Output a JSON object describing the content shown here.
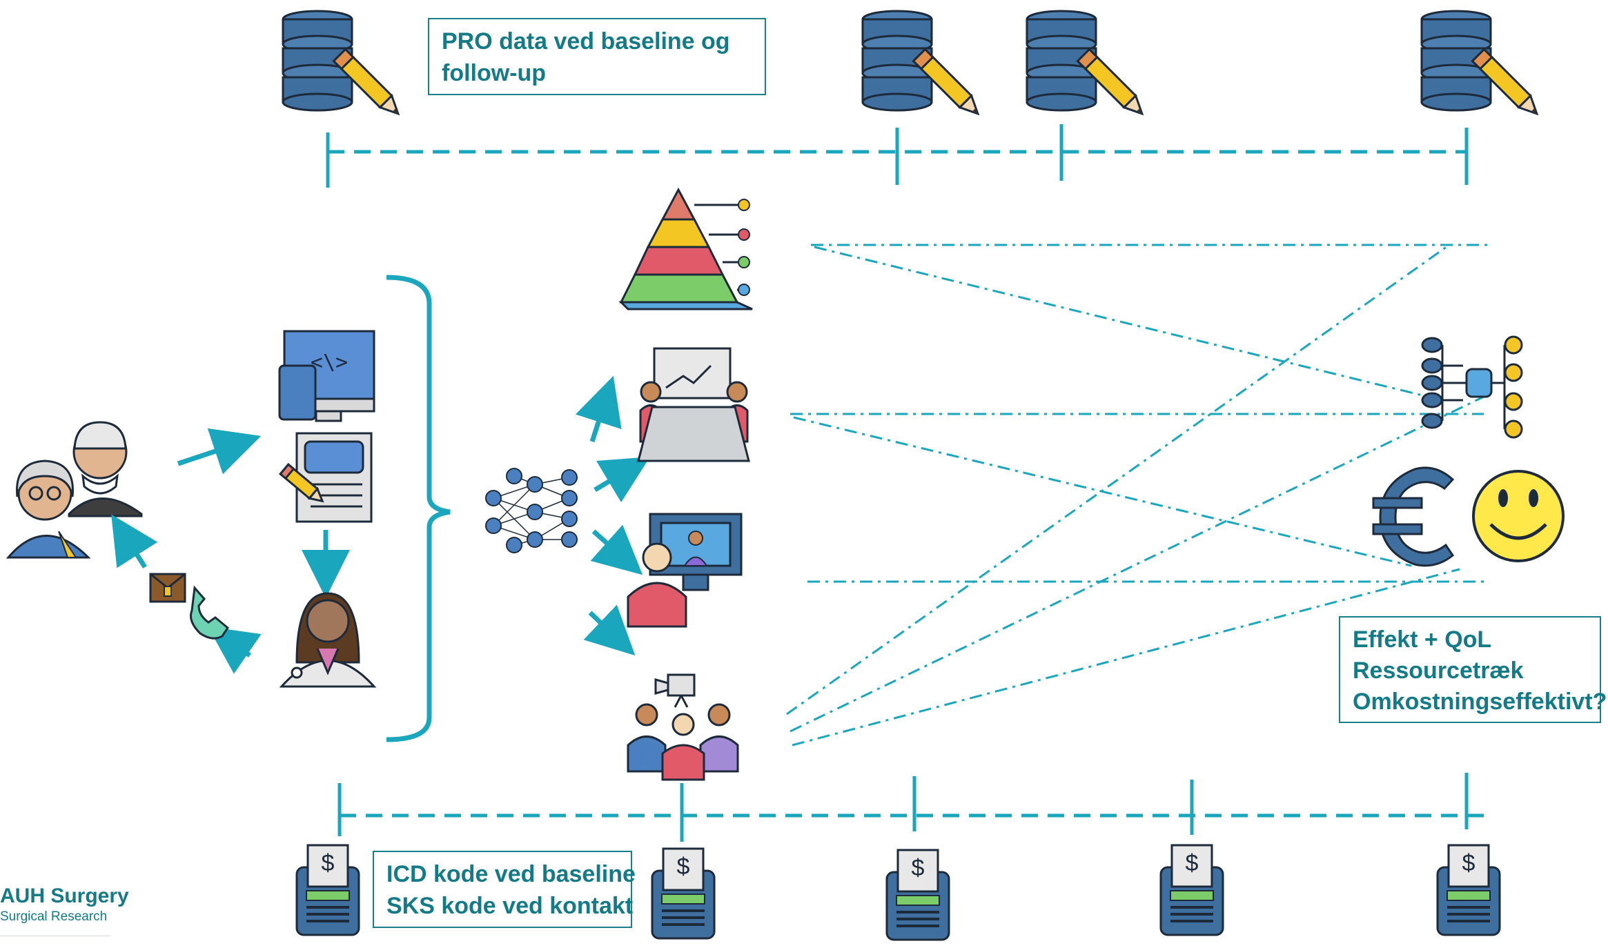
{
  "pro_label": {
    "line1": "PRO data ved baseline og",
    "line2": "follow-up"
  },
  "icd_label": {
    "line1": "ICD kode ved baseline",
    "line2": "SKS kode ved kontakt"
  },
  "result_label": {
    "line1": "Effekt + QoL",
    "line2": "Ressourcetræk",
    "line3": "Omkostningseffektivt?"
  },
  "logo": {
    "main": "AUH Surgery",
    "sub": "Surgical Research"
  },
  "receipt_symbol": "$",
  "colors": {
    "accent": "#1aa7bd",
    "label_text": "#137a87",
    "db_blue": "#3e6f9f",
    "pencil_yellow": "#f3c623"
  }
}
